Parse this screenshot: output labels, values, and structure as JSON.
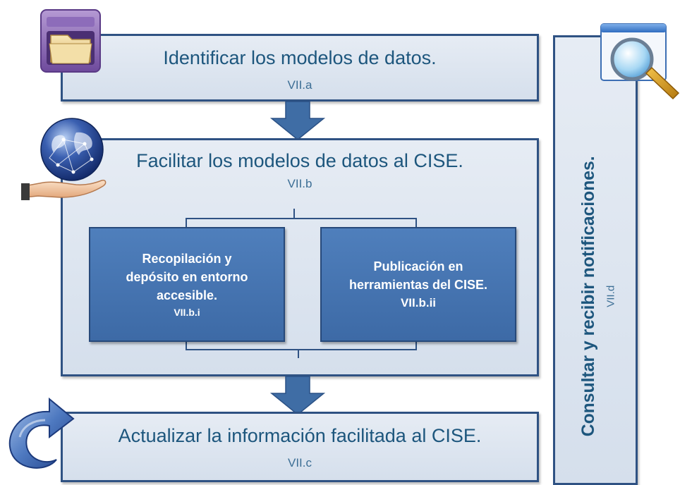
{
  "steps": {
    "a": {
      "title": "Identificar los modelos de datos.",
      "code": "VII.a"
    },
    "b": {
      "title": "Facilitar los modelos de datos al CISE.",
      "code": "VII.b"
    },
    "c": {
      "title": "Actualizar la información facilitada al CISE.",
      "code": "VII.c"
    },
    "d": {
      "title": "Consultar y recibir notificaciones.",
      "code": "VII.d"
    }
  },
  "substeps": {
    "i": {
      "lines": [
        "Recopilación y",
        "depósito en entorno",
        "accesible."
      ],
      "code": "VII.b.i"
    },
    "ii": {
      "lines": [
        "Publicación en",
        "herramientas del CISE."
      ],
      "code": "VII.b.ii"
    }
  },
  "icons": [
    "folder-drawer-icon",
    "globe-hand-icon",
    "refresh-arrow-icon",
    "magnifier-window-icon"
  ],
  "colors": {
    "box_fill": "#dbe3ee",
    "box_border": "#2f5283",
    "title_text": "#1d567d",
    "inner_fill": "#4676b3",
    "arrow": "#3f6da5"
  }
}
